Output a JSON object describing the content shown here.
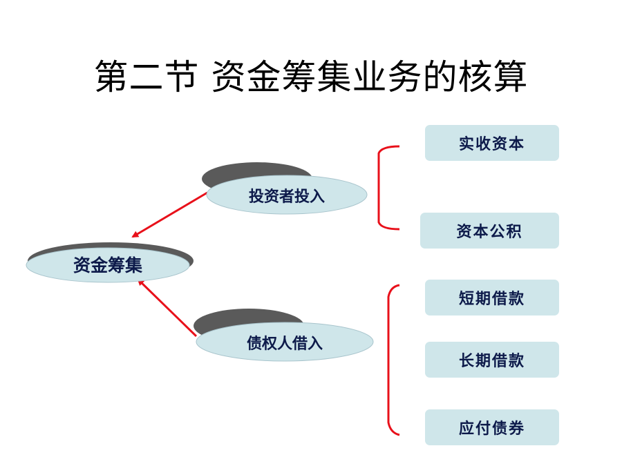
{
  "title": "第二节 资金筹集业务的核算",
  "nodes": {
    "root": "资金筹集",
    "investor": "投资者投入",
    "creditor": "债权人借入"
  },
  "investor_items": [
    "实收资本",
    "资本公积"
  ],
  "creditor_items": [
    "短期借款",
    "长期借款",
    "应付债券"
  ],
  "colors": {
    "ellipse_fill": "#cfe6ea",
    "ellipse_shadow": "#5a5a5a",
    "text": "#0d1a4a",
    "arrow": "#e8101a",
    "bracket": "#e8101a",
    "box_fill": "#cfe6ea"
  }
}
